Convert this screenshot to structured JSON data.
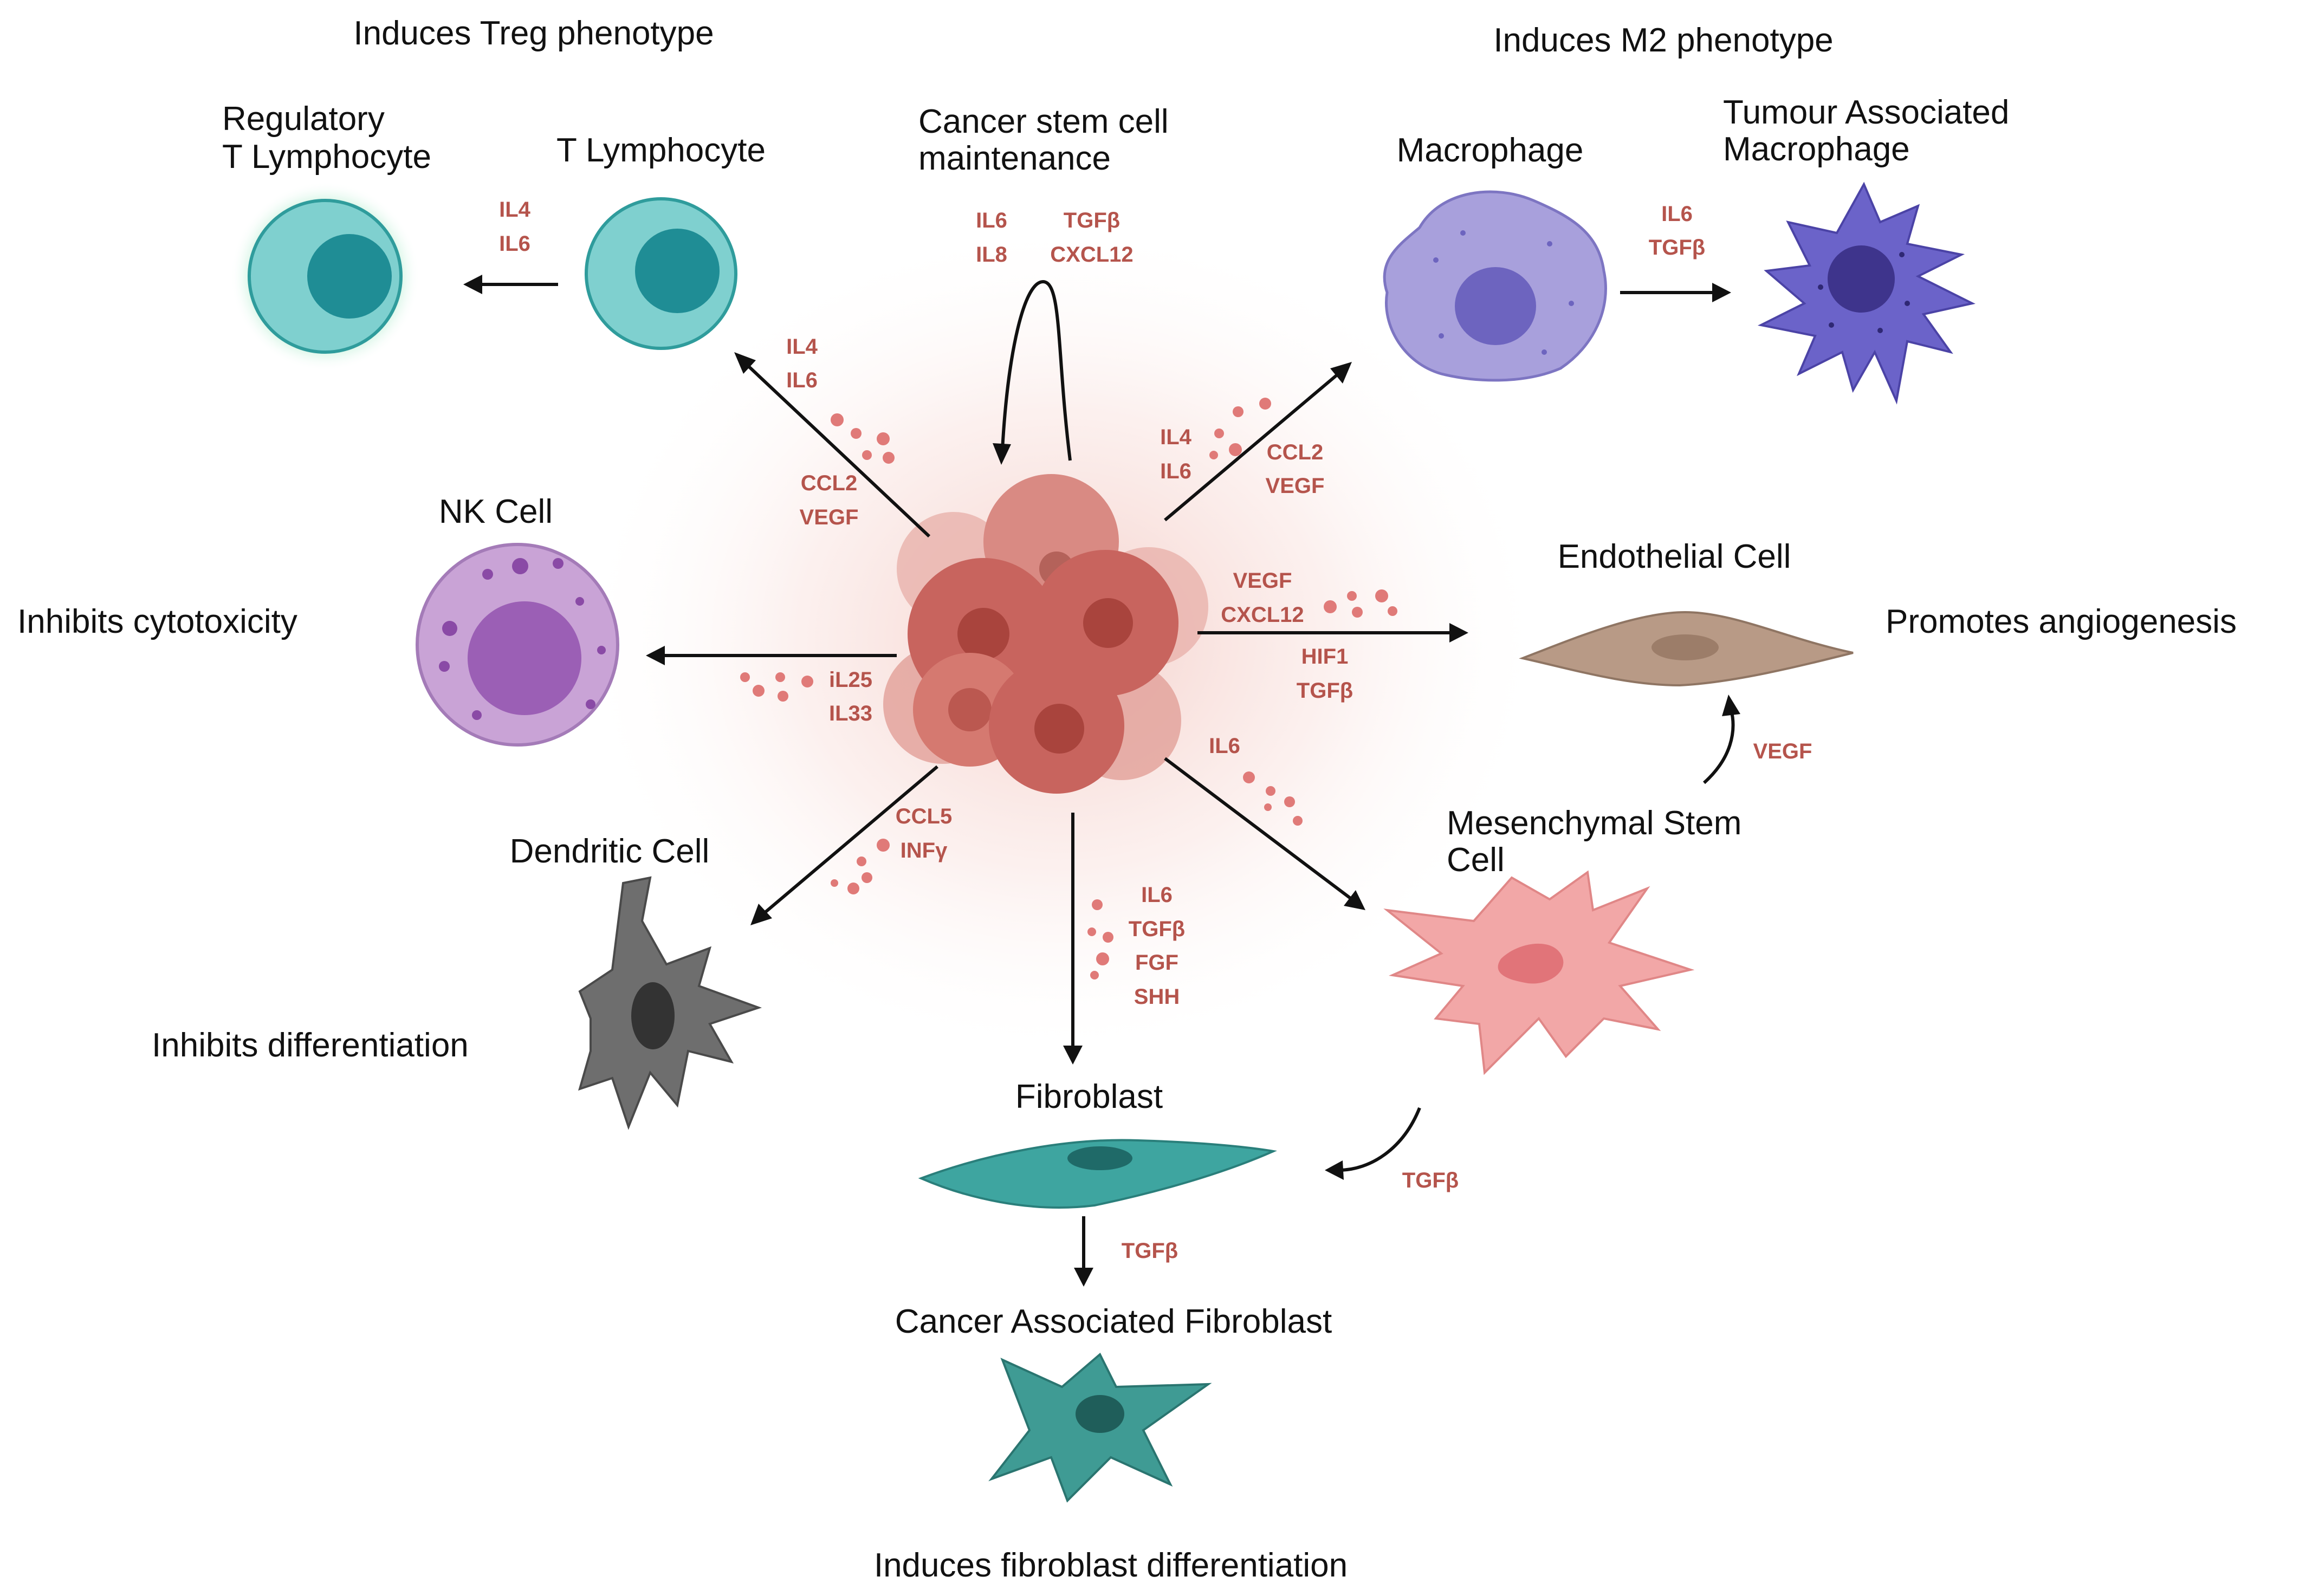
{
  "colors": {
    "cytokine": "#b5544c",
    "arrow": "#111111",
    "tumor": "#c8645e",
    "tumor_dark": "#a9443d",
    "t_cell": "#7fd0cf",
    "t_cell_nucleus": "#1f8d95",
    "macrophage": "#a8a0dc",
    "macrophage_nucleus": "#6d64bf",
    "tam": "#6b63c9",
    "tam_nucleus": "#3e348c",
    "nk_cell": "#c9a3d6",
    "nk_nucleus": "#9b5fb5",
    "endothelial": "#b89a86",
    "msc": "#f2a7a7",
    "fibroblast": "#3ea5a0",
    "dendritic": "#6e6e6e"
  },
  "labels": {
    "induces_treg": "Induces Treg phenotype",
    "induces_m2": "Induces M2 phenotype",
    "regulatory_t_1": "Regulatory",
    "regulatory_t_2": "T Lymphocyte",
    "t_lymphocyte": "T Lymphocyte",
    "csc_1": "Cancer stem cell",
    "csc_2": "maintenance",
    "macrophage": "Macrophage",
    "tam_1": "Tumour Associated",
    "tam_2": "Macrophage",
    "nk_cell": "NK Cell",
    "inhibits_cytotoxicity": "Inhibits cytotoxicity",
    "endothelial": "Endothelial Cell",
    "promotes_angiogenesis": "Promotes angiogenesis",
    "dendritic": "Dendritic Cell",
    "inhibits_differentiation": "Inhibits differentiation",
    "msc_1": "Mesenchymal Stem",
    "msc_2": "Cell",
    "fibroblast": "Fibroblast",
    "caf": "Cancer Associated Fibroblast",
    "induces_fibroblast": "Induces fibroblast differentiation"
  },
  "cytokines": {
    "treg": [
      "IL4",
      "IL6"
    ],
    "t_cell": [
      "IL4",
      "IL6",
      "CCL2",
      "VEGF"
    ],
    "csc_left": [
      "IL6",
      "IL8"
    ],
    "csc_right": [
      "TGFβ",
      "CXCL12"
    ],
    "macrophage_left": [
      "IL4",
      "IL6"
    ],
    "macrophage_right": [
      "CCL2",
      "VEGF"
    ],
    "tam": [
      "IL6",
      "TGFβ"
    ],
    "nk": [
      "iL25",
      "IL33"
    ],
    "endothelial_top": [
      "VEGF",
      "CXCL12"
    ],
    "endothelial_bottom": [
      "HIF1",
      "TGFβ"
    ],
    "msc_vegf": "VEGF",
    "msc": "IL6",
    "dendritic": [
      "CCL5",
      "INFγ"
    ],
    "fibroblast": [
      "IL6",
      "TGFβ",
      "FGF",
      "SHH"
    ],
    "msc_to_fibroblast": "TGFβ",
    "caf": "TGFβ"
  }
}
